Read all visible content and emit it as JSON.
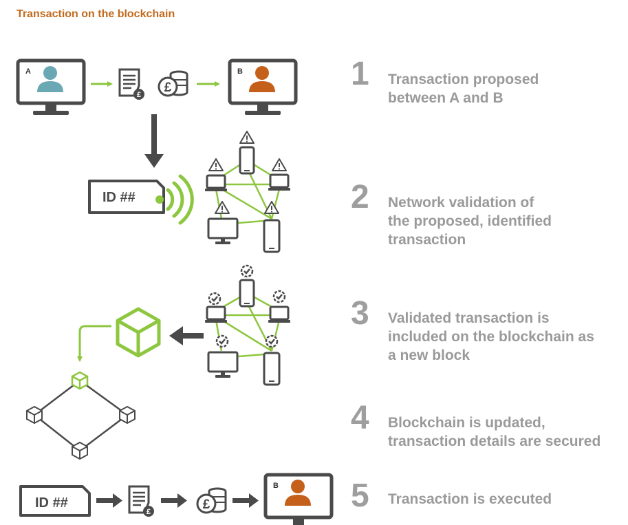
{
  "title": "Transaction on the blockchain",
  "colors": {
    "accent": "#c2691c",
    "green": "#8dc63f",
    "dark": "#4a4a4a",
    "teal": "#6aa8b4",
    "orange": "#c4601a",
    "step_text": "#9a9a9a"
  },
  "labels": {
    "party_a": "A",
    "party_b": "B",
    "id_card": "ID ##",
    "currency": "£"
  },
  "steps": [
    {
      "num": "1",
      "lines": [
        "Transaction proposed",
        "between A and B"
      ]
    },
    {
      "num": "2",
      "lines": [
        "Network validation of",
        "the proposed, identified",
        "transaction"
      ]
    },
    {
      "num": "3",
      "lines": [
        "Validated transaction is",
        "included on the blockchain as",
        "a new block"
      ]
    },
    {
      "num": "4",
      "lines": [
        "Blockchain is updated,",
        "transaction details are secured"
      ]
    },
    {
      "num": "5",
      "lines": [
        "Transaction is executed"
      ]
    }
  ]
}
